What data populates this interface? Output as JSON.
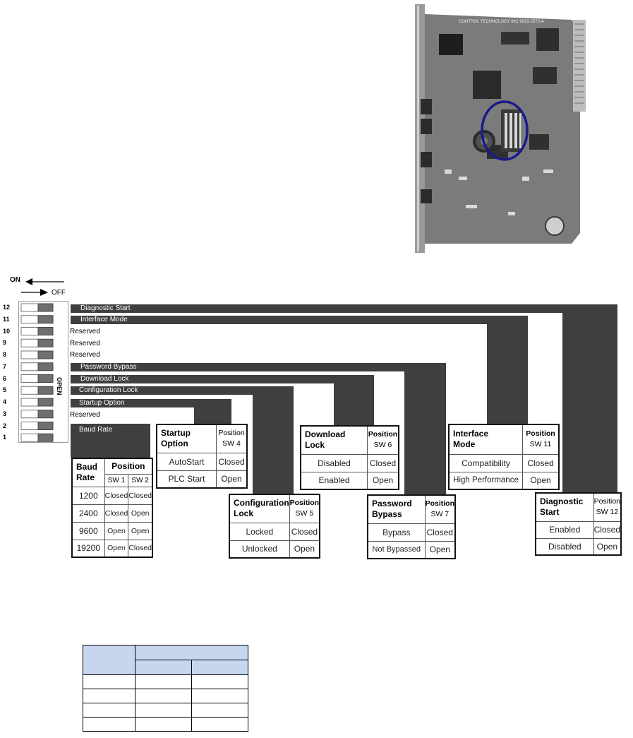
{
  "board": {
    "label": "CONTROL TECHNOLOGY INC  9018-2572-A"
  },
  "direction": {
    "on_label": "ON",
    "off_label": "OFF",
    "open_label": "OPEN"
  },
  "switch_numbers": [
    "12",
    "11",
    "10",
    "9",
    "8",
    "7",
    "6",
    "5",
    "4",
    "3",
    "2",
    "1"
  ],
  "switch_labels": {
    "sw12": "Diagnostic Start",
    "sw11": "Interface Mode",
    "sw10": "Reserved",
    "sw9": "Reserved",
    "sw8": "Reserved",
    "sw7": "Password Bypass",
    "sw6": "Download Lock",
    "sw5": "Configuration Lock",
    "sw4": "Startup Option",
    "sw3": "Reserved",
    "sw12_baud": "Baud Rate"
  },
  "tables": {
    "baud": {
      "title_line1": "Baud",
      "title_line2": "Rate",
      "position": "Position",
      "sw_a": "SW 1",
      "sw_b": "SW 2",
      "rows": [
        {
          "label": "1200",
          "a": "Closed",
          "b": "Closed"
        },
        {
          "label": "2400",
          "a": "Closed",
          "b": "Open"
        },
        {
          "label": "9600",
          "a": "Open",
          "b": "Open"
        },
        {
          "label": "19200",
          "a": "Open",
          "b": "Closed"
        }
      ]
    },
    "startup": {
      "title_line1": "Startup",
      "title_line2": "Option",
      "position": "Position",
      "sw": "SW 4",
      "rows": [
        {
          "label": "AutoStart",
          "v": "Closed"
        },
        {
          "label": "PLC Start",
          "v": "Open"
        }
      ]
    },
    "config": {
      "title_line1": "Configuration",
      "title_line2": "Lock",
      "position": "Position",
      "sw": "SW 5",
      "rows": [
        {
          "label": "Locked",
          "v": "Closed"
        },
        {
          "label": "Unlocked",
          "v": "Open"
        }
      ]
    },
    "download": {
      "title_line1": "Download",
      "title_line2": "Lock",
      "position": "Position",
      "sw": "SW 6",
      "rows": [
        {
          "label": "Disabled",
          "v": "Closed"
        },
        {
          "label": "Enabled",
          "v": "Open"
        }
      ]
    },
    "password": {
      "title_line1": "Password",
      "title_line2": "Bypass",
      "position": "Position",
      "sw": "SW 7",
      "rows": [
        {
          "label": "Bypass",
          "v": "Closed"
        },
        {
          "label": "Not Bypassed",
          "v": "Open"
        }
      ]
    },
    "interface": {
      "title_line1": "Interface",
      "title_line2": "Mode",
      "position": "Position",
      "sw": "SW 11",
      "rows": [
        {
          "label": "Compatibility",
          "v": "Closed"
        },
        {
          "label": "High Performance",
          "v": "Open"
        }
      ]
    },
    "diagnostic": {
      "title_line1": "Diagnostic",
      "title_line2": "Start",
      "position": "Position",
      "sw": "SW 12",
      "rows": [
        {
          "label": "Enabled",
          "v": "Closed"
        },
        {
          "label": "Disabled",
          "v": "Open"
        }
      ]
    }
  },
  "colors": {
    "bar": "#3f3f3f",
    "highlight_ellipse": "#1a1a8c",
    "table_header_blue": "#c6d6ee"
  }
}
